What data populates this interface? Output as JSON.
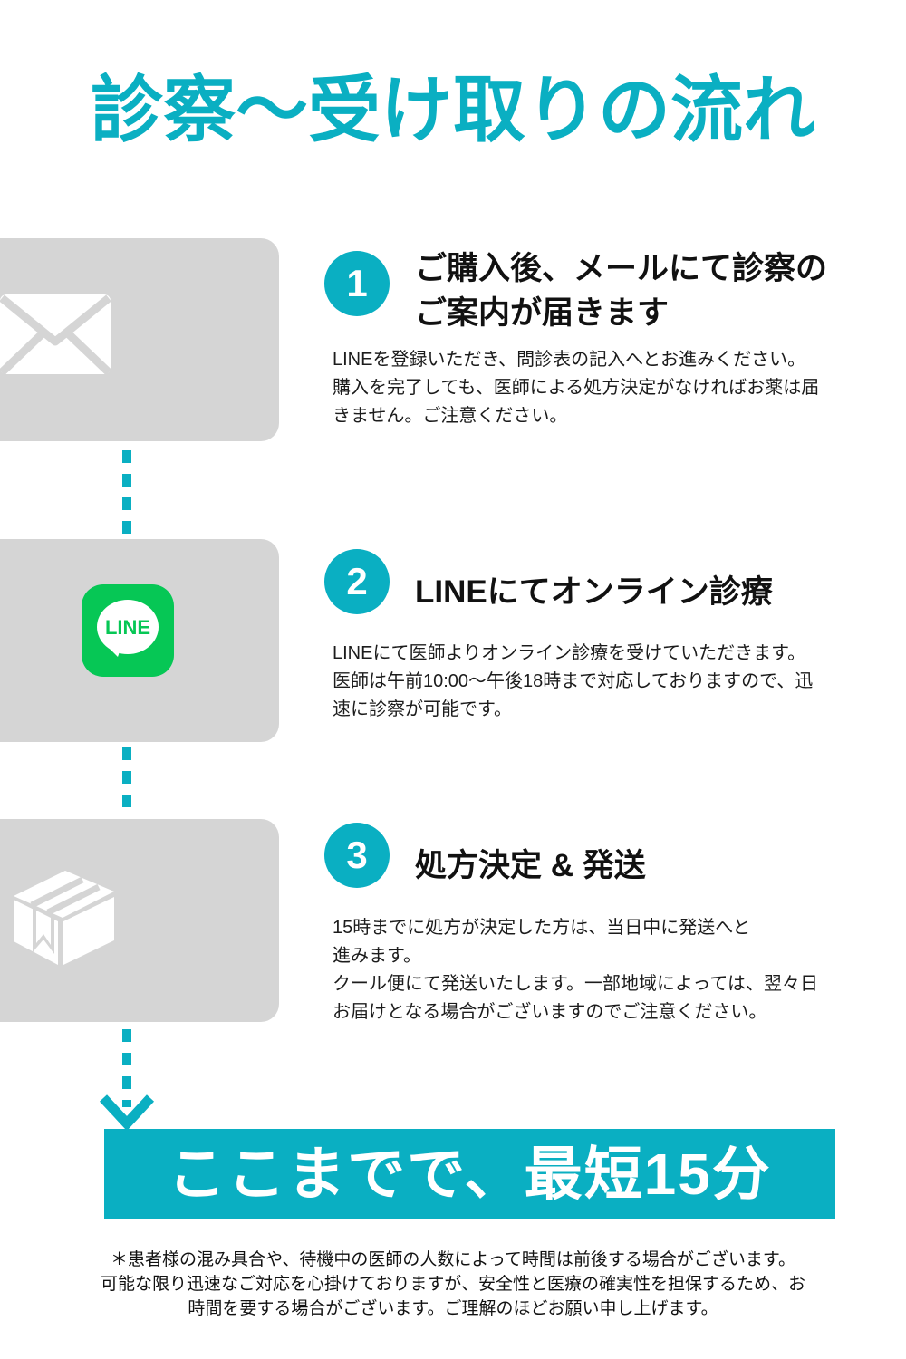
{
  "page": {
    "title": "診察〜受け取りの流れ"
  },
  "colors": {
    "accent": "#0AAFC2",
    "box_gray": "#D5D5D5",
    "line_green": "#06C755",
    "banner_text_color": "#FFFFFF",
    "body_text_color": "#1C1C1C"
  },
  "steps": [
    {
      "number": "1",
      "icon": "envelope-icon",
      "heading": "ご購入後、メールにて診察の\nご案内が届きます",
      "body": "LINEを登録いただき、問診表の記入へとお進みください。\n購入を完了しても、医師による処方決定がなければお薬は届\nきません。ご注意ください。"
    },
    {
      "number": "2",
      "icon": "line-app-icon",
      "icon_label": "LINE",
      "heading": "LINEにてオンライン診療",
      "body": "LINEにて医師よりオンライン診療を受けていただきます。\n医師は午前10:00〜午後18時まで対応しておりますので、迅\n速に診察が可能です。"
    },
    {
      "number": "3",
      "icon": "package-icon",
      "heading": "処方決定 & 発送",
      "body": "15時までに処方が決定した方は、当日中に発送へと\n進みます。\nクール便にて発送いたします。一部地域によっては、翌々日\nお届けとなる場合がございますのでご注意ください。"
    }
  ],
  "banner": {
    "text": "ここまでで、最短15分"
  },
  "footer": {
    "note": "＊患者様の混み具合や、待機中の医師の人数によって時間は前後する場合がございます。\n可能な限り迅速なご対応を心掛けておりますが、安全性と医療の確実性を担保するため、お\n時間を要する場合がございます。ご理解のほどお願い申し上げます。"
  }
}
